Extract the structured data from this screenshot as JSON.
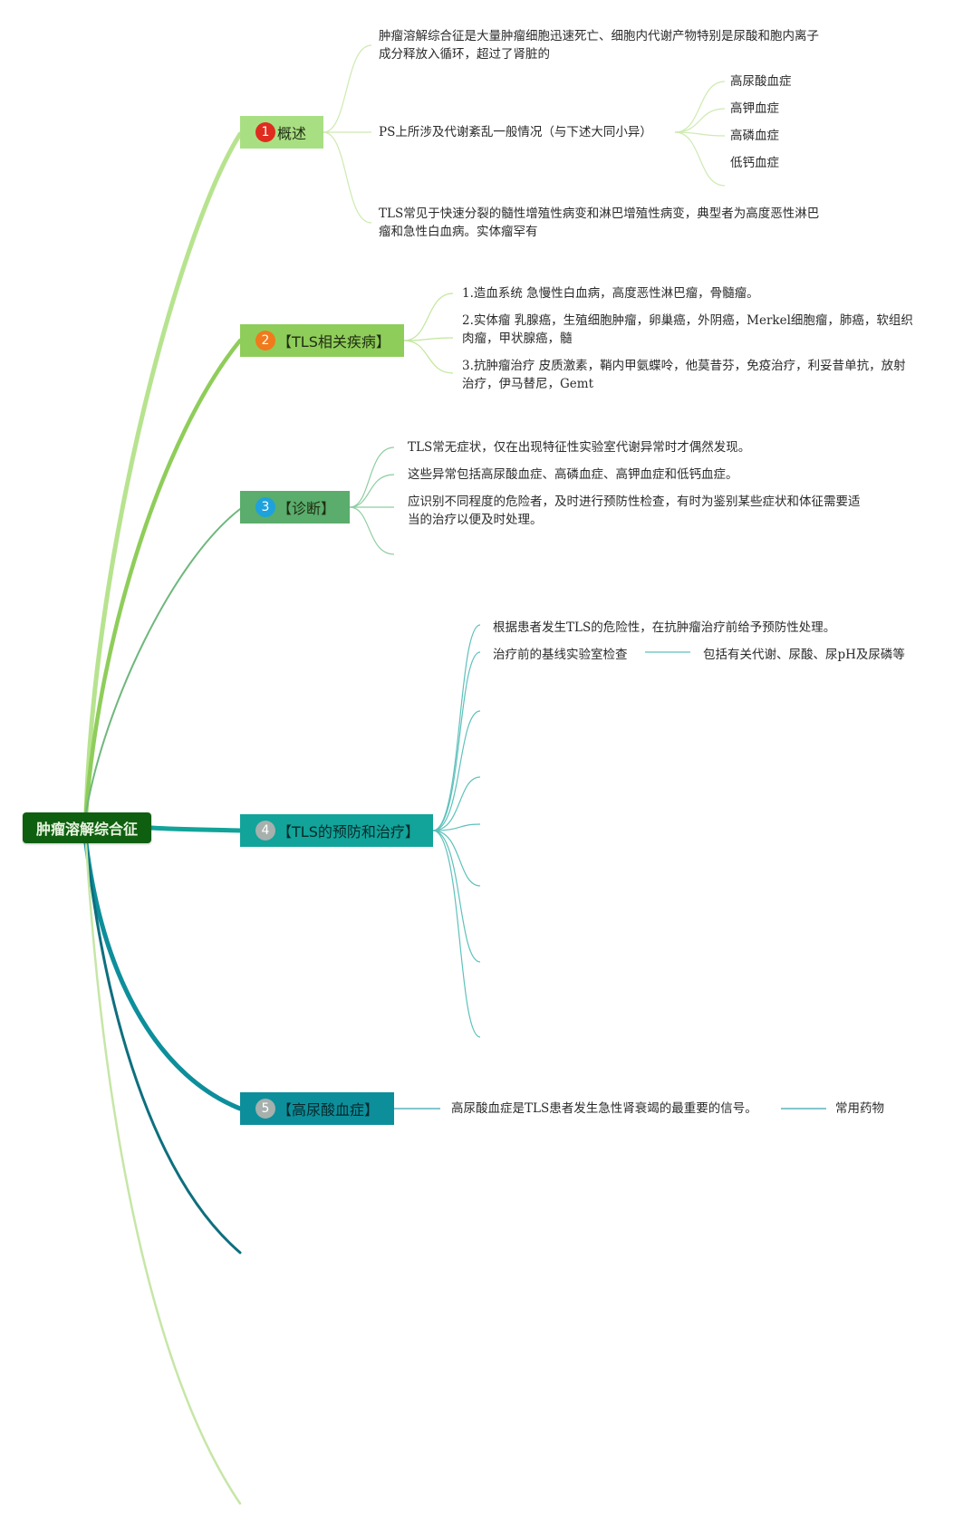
{
  "root": {
    "label": "肿瘤溶解综合征"
  },
  "topics": [
    {
      "num": "1",
      "label": "概述",
      "badge_color": "#e02b1f",
      "children": [
        {
          "text": "肿瘤溶解综合征是大量肿瘤细胞迅速死亡、细胞内代谢产物特别是尿酸和胞内离子成分释放入循环，超过了肾脏的"
        },
        {
          "text": "PS上所涉及代谢紊乱一般情况（与下述大同小异）",
          "children": [
            "高尿酸血症",
            "高钾血症",
            "高磷血症",
            "低钙血症"
          ]
        },
        {
          "text": "TLS常见于快速分裂的髓性增殖性病变和淋巴增殖性病变，典型者为高度恶性淋巴瘤和急性白血病。实体瘤罕有"
        }
      ]
    },
    {
      "num": "2",
      "label": "【TLS相关疾病】",
      "badge_color": "#f07a1c",
      "children": [
        {
          "text": "1.造血系统 急慢性白血病，高度恶性淋巴瘤，骨髓瘤。"
        },
        {
          "text": "2.实体瘤 乳腺癌，生殖细胞肿瘤，卵巢癌，外阴癌，Merkel细胞瘤，肺癌，软组织肉瘤，甲状腺癌，髓"
        },
        {
          "text": "3.抗肿瘤治疗 皮质激素，鞘内甲氨蝶呤，他莫昔芬，免疫治疗，利妥昔单抗，放射治疗，伊马替尼，Gemt"
        }
      ]
    },
    {
      "num": "3",
      "label": "【诊断】",
      "badge_color": "#1da2de",
      "children": [
        {
          "text": "TLS常无症状，仅在出现特征性实验室代谢异常时才偶然发现。"
        },
        {
          "text": "这些异常包括高尿酸血症、高磷血症、高钾血症和低钙血症。"
        },
        {
          "text": "应识别不同程度的危险者，及时进行预防性检查，有时为鉴别某些症状和体征需要适当的治疗以便及时处理。"
        }
      ]
    },
    {
      "num": "4",
      "label": "【TLS的预防和治疗】",
      "badge_color": "#a6b0ad",
      "children": [
        {
          "text": "根据患者发生TLS的危险性，在抗肿瘤治疗前给予预防性处理。"
        },
        {
          "text": "治疗前的基线实验室检查",
          "children": [
            "包括有关代谢、尿酸、尿pH及尿磷等"
          ]
        }
      ]
    },
    {
      "num": "5",
      "label": "【高尿酸血症】",
      "badge_color": "#a6b0ad",
      "children": [
        {
          "text": "高尿酸血症是TLS患者发生急性肾衰竭的最重要的信号。",
          "children": [
            "常用药物"
          ]
        }
      ]
    }
  ],
  "colors": {
    "root_bg": "#0f5f11",
    "topic1_bg": "#a9df83",
    "topic2_bg": "#8fcd5a",
    "topic3_bg": "#5aad6c",
    "topic4_bg": "#12a39a",
    "topic5_bg": "#0d8f9b",
    "leaf_text": "#2a2a2a"
  }
}
